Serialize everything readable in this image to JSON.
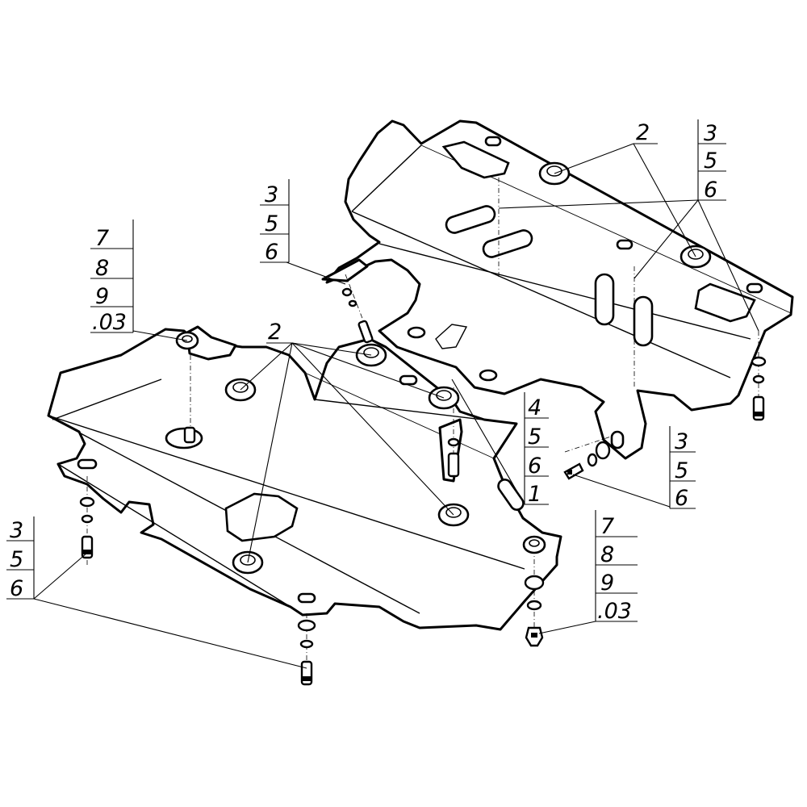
{
  "drawing": {
    "callouts": [
      {
        "id": "c-7-8-9-03-left",
        "labels": [
          "7",
          "8",
          "9",
          ".03"
        ]
      },
      {
        "id": "c-3-5-6-upper-mid",
        "labels": [
          "3",
          "5",
          "6"
        ]
      },
      {
        "id": "c-2-middle",
        "labels": [
          "2"
        ]
      },
      {
        "id": "c-2-top",
        "labels": [
          "2"
        ]
      },
      {
        "id": "c-3-5-6-top-right",
        "labels": [
          "3",
          "5",
          "6"
        ]
      },
      {
        "id": "c-4-5-6-1",
        "labels": [
          "4",
          "5",
          "6",
          "1"
        ]
      },
      {
        "id": "c-3-5-6-right",
        "labels": [
          "3",
          "5",
          "6"
        ]
      },
      {
        "id": "c-3-5-6-left",
        "labels": [
          "3",
          "5",
          "6"
        ]
      },
      {
        "id": "c-7-8-9-03-bottom",
        "labels": [
          "7",
          "8",
          "9",
          ".03"
        ]
      }
    ]
  }
}
